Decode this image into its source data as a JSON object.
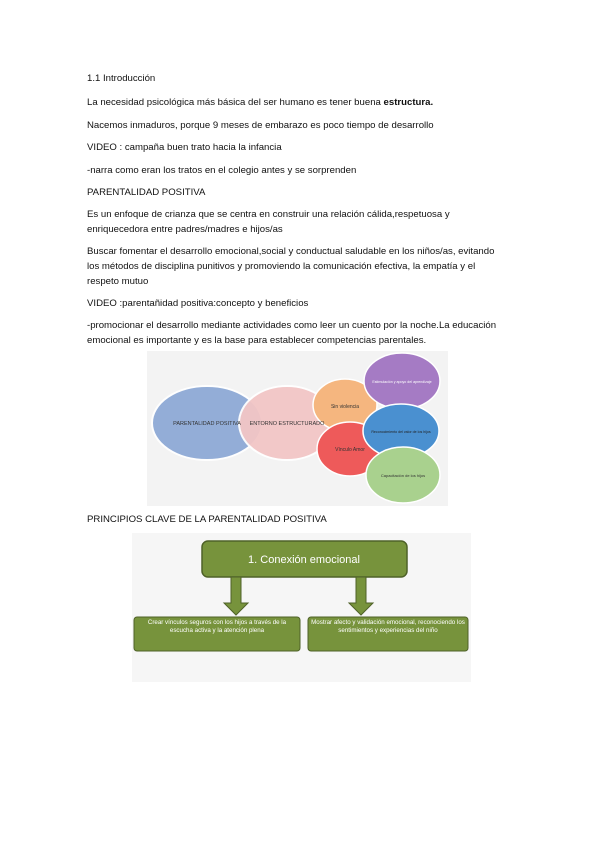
{
  "document": {
    "heading": "1.1 Introducción",
    "para1_text": "La necesidad psicológica más básica del ser humano es tener buena",
    "para1_bold": "estructura.",
    "para2": "Nacemos inmaduros, porque 9 meses de embarazo es poco tiempo de desarrollo",
    "para3": "VIDEO : campaña buen trato hacia la infancia",
    "para4": "-narra como eran los tratos en el colegio antes y se sorprenden",
    "section1": "PARENTALIDAD POSITIVA",
    "para5": "Es un enfoque de crianza que se centra en construir una relación cálida,respetuosa y enriquecedora entre padres/madres e hijos/as",
    "para6": "Buscar fomentar el desarrollo emocional,social y conductual saludable en los niños/as, evitando los métodos de disciplina punitivos y promoviendo la comunicación efectiva, la empatía y el respeto mutuo",
    "para7": "VIDEO :parentañidad positiva:concepto y beneficios",
    "para8": "-promocionar el desarrollo mediante actividades como leer un cuento por la noche.La educación emocional es importante y es la base para establecer competencias parentales.",
    "section2": "PRINCIPIOS CLAVE DE LA PARENTALIDAD POSITIVA"
  },
  "diagram1": {
    "circles": [
      {
        "label": "PARENTALIDAD POSITIVA",
        "color": "#8eaad6"
      },
      {
        "label": "ENTORNO ESTRUCTURADO",
        "color": "#f2c6c6"
      },
      {
        "label": "Estimulación y apoyo del aprendizaje",
        "color": "#a57bc4"
      },
      {
        "label": "Sin violencia",
        "color": "#f5b67f"
      },
      {
        "label": "Reconocimiento del valor de los hijos",
        "color": "#4a90d0"
      },
      {
        "label": "Vínculo Amor",
        "color": "#ee5a5a"
      },
      {
        "label": "Capacitación de los hijos",
        "color": "#a9d18e"
      }
    ]
  },
  "diagram2": {
    "top_box": "1. Conexión emocional",
    "left_box": "Crear vínculos seguros con los hijos a través de la escucha activa y la atención plena",
    "right_box": "Mostrar afecto y validación emocional, reconociendo los sentimientos y experiencias del niño",
    "box_color": "#77933c",
    "box_border": "#4f6228"
  }
}
